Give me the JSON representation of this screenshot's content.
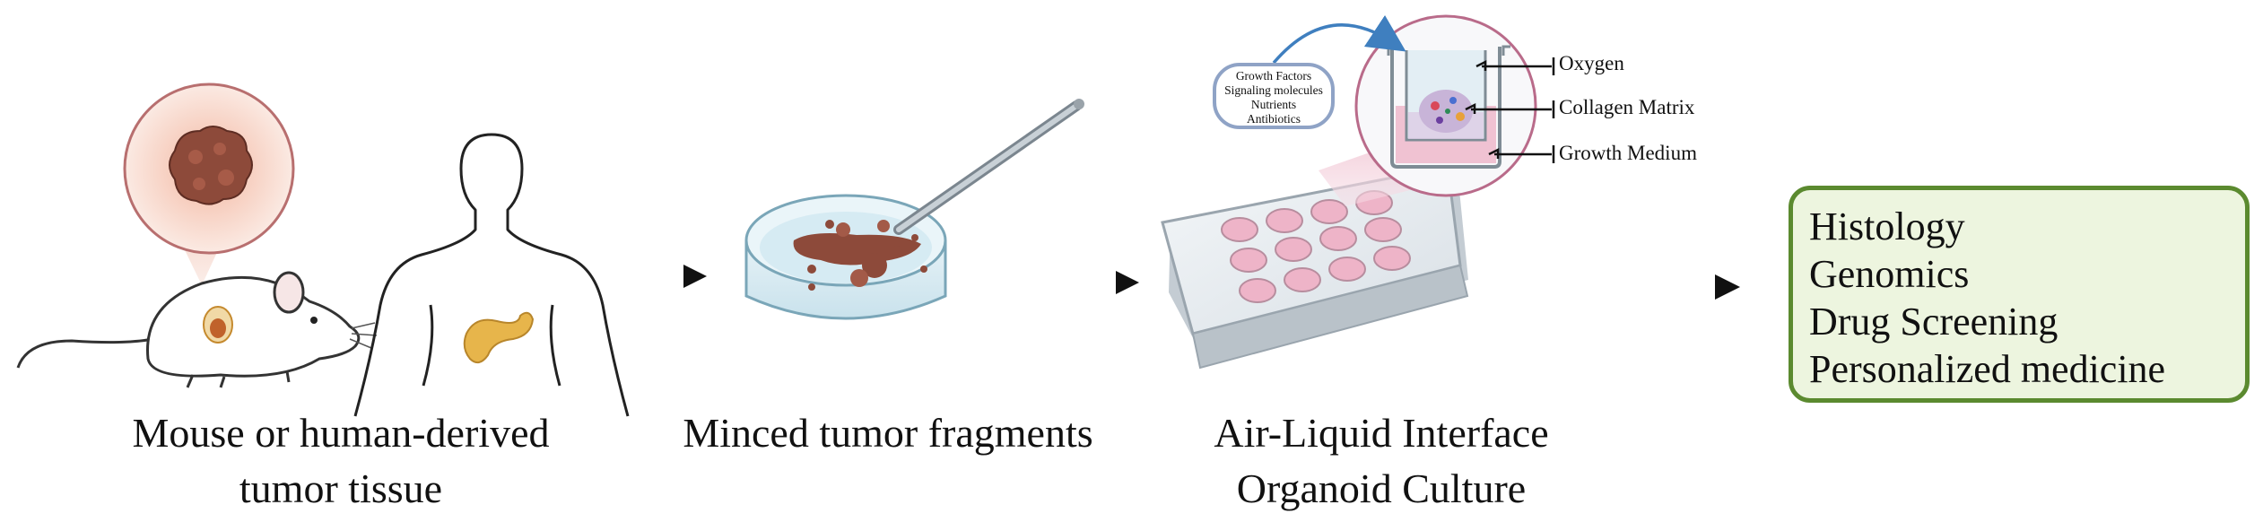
{
  "steps": [
    {
      "caption_lines": [
        "Mouse or human-derived",
        "tumor tissue"
      ]
    },
    {
      "caption_lines": [
        "Minced tumor fragments"
      ]
    },
    {
      "caption_lines": [
        "Air-Liquid Interface",
        "Organoid Culture"
      ]
    }
  ],
  "supplements": [
    "Growth Factors",
    "Signaling molecules",
    "Nutrients",
    "Antibiotics"
  ],
  "culture_labels": {
    "oxygen": "Oxygen",
    "collagen": "Collagen Matrix",
    "medium": "Growth Medium"
  },
  "outcomes": [
    "Histology",
    "Genomics",
    "Drug Screening",
    "Personalized medicine"
  ],
  "colors": {
    "outcome_border": "#5b8a2f",
    "outcome_fill": "#edf5df",
    "well_pink": "#eeb4c8",
    "tumor_brown": "#8d4a3a",
    "supplement_border": "#8fa3c6"
  },
  "icons": [
    "mouse-icon",
    "human-silhouette-icon",
    "pancreas-icon",
    "tumor-zoom-icon",
    "petri-dish-icon",
    "scalpel-icon",
    "well-plate-icon",
    "transwell-insert-icon"
  ]
}
